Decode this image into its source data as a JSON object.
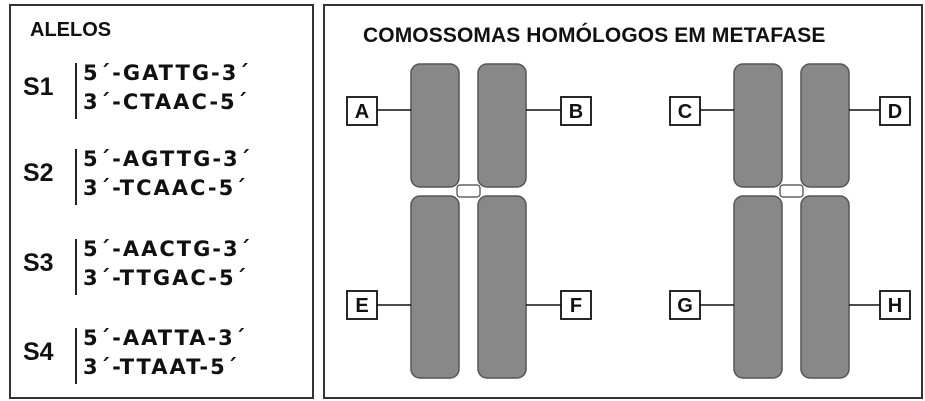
{
  "left": {
    "title": "ALELOS",
    "alleles": [
      {
        "name": "S1",
        "top": "5´-GATTG-3´",
        "bottom": "3´-CTAAC-5´"
      },
      {
        "name": "S2",
        "top": "5´-AGTTG-3´",
        "bottom": "3´-TCAAC-5´"
      },
      {
        "name": "S3",
        "top": "5´-AACTG-3´",
        "bottom": "3´-TTGAC-5´"
      },
      {
        "name": "S4",
        "top": "5´-AATTA-3´",
        "bottom": "3´-TTAAT-5´"
      }
    ]
  },
  "right": {
    "title": "COMOSSOMAS HOMÓLOGOS EM METAFASE",
    "labels": {
      "A": "A",
      "B": "B",
      "C": "C",
      "D": "D",
      "E": "E",
      "F": "F",
      "G": "G",
      "H": "H"
    }
  }
}
